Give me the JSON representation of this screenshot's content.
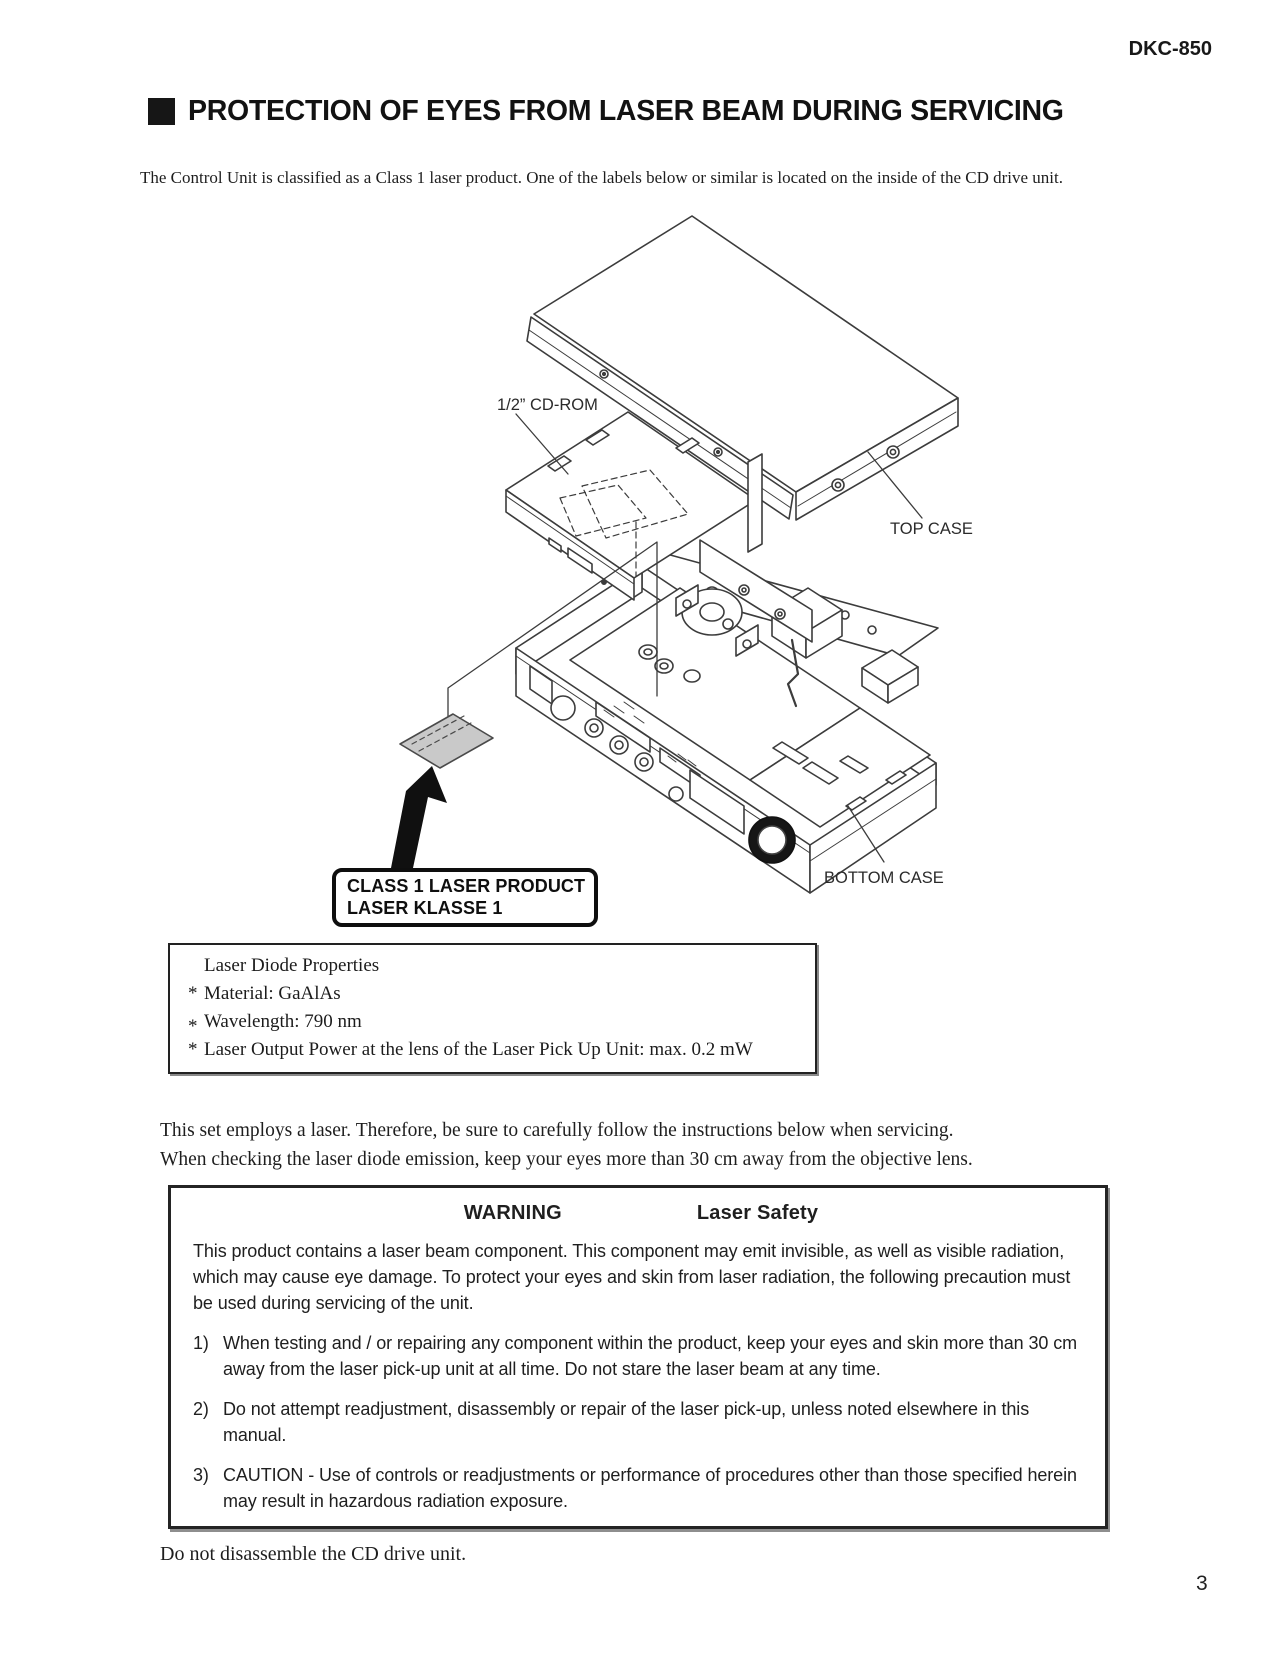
{
  "page": {
    "model": "DKC-850",
    "page_number": "3"
  },
  "title": {
    "text": "PROTECTION OF EYES FROM LASER BEAM DURING SERVICING"
  },
  "intro": "The Control Unit is classified as a Class 1 laser product. One of the labels below or similar is located on the inside of the CD drive unit.",
  "diagram": {
    "labels": {
      "cdrom": "1/2” CD-ROM",
      "top_case": "TOP CASE",
      "bottom_case": "BOTTOM CASE"
    },
    "laser_label": {
      "line1": "CLASS 1 LASER PRODUCT",
      "line2": "LASER KLASSE 1"
    }
  },
  "properties_box": {
    "lines": [
      {
        "m": "",
        "t": "Laser Diode Properties"
      },
      {
        "m": "*",
        "t": "Material: GaAlAs"
      },
      {
        "m": "*",
        "t": "Wavelength: 790 nm"
      },
      {
        "m": "*",
        "t": "Laser Output Power at the lens of the Laser Pick Up Unit: max. 0.2 mW"
      }
    ]
  },
  "laser_notice": {
    "line1": "This set employs a laser. Therefore, be sure to carefully follow the instructions below when servicing.",
    "line2": "When checking the laser diode emission, keep your eyes more than 30 cm away from the objective lens."
  },
  "warning_box": {
    "heading_left": "WARNING",
    "heading_right": "Laser Safety",
    "intro": "This product contains a laser beam component. This component may emit invisible, as well as visible radiation, which may cause eye damage. To protect your eyes and skin from laser radiation, the following precaution must be used during servicing of the unit.",
    "items": [
      {
        "num": "1)",
        "text": "When testing and / or repairing any component within the product, keep your eyes and skin more than 30 cm away from the laser pick-up unit at all time. Do not stare the laser beam at any time."
      },
      {
        "num": "2)",
        "text": "Do not attempt readjustment, disassembly or repair of the laser pick-up, unless noted elsewhere in this manual."
      },
      {
        "num": "3)",
        "text": "CAUTION - Use of controls or readjustments or performance of procedures other than those specified herein may result in hazardous radiation exposure."
      }
    ]
  },
  "footer_note": "Do not disassemble the CD drive unit."
}
